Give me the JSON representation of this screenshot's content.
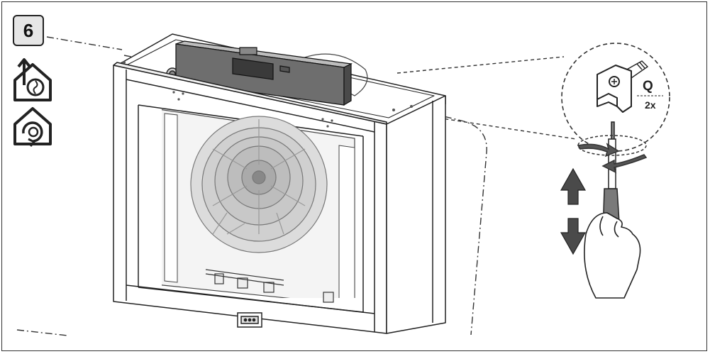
{
  "step": {
    "number": "6"
  },
  "detail": {
    "part_label": "Q",
    "quantity_label": "2x"
  },
  "icons": {
    "ducted_mode": "house-fan-arrow-up-icon",
    "recirculation_mode": "house-fan-recirculation-icon"
  },
  "colors": {
    "line": "#222222",
    "panel": "#e6e6e6",
    "fan": "#d2d2d2",
    "arrow": "#3a3a3a"
  }
}
